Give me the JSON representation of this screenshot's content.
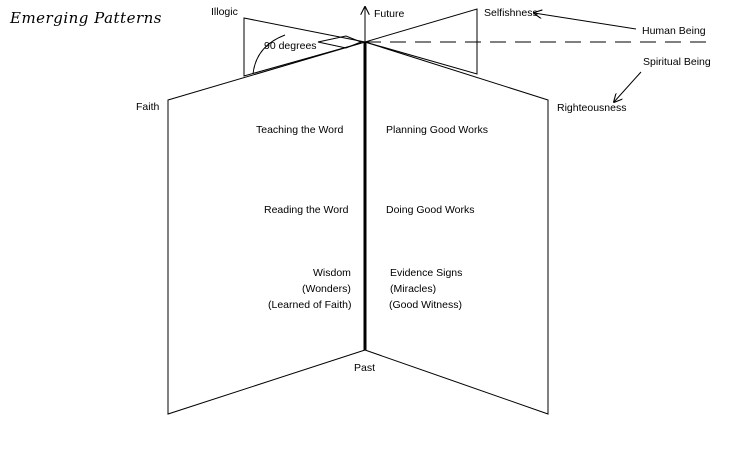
{
  "title": "Emerging Patterns",
  "axis": {
    "top": "Future",
    "bottom": "Past"
  },
  "upper_plane": {
    "left": "Illogic",
    "right": "Selfishness",
    "angle": "90 degrees"
  },
  "side_labels": {
    "left": "Faith",
    "right": "Righteousness",
    "human_being": "Human Being",
    "spiritual_being": "Spiritual Being"
  },
  "left_page": {
    "row1": "Teaching the Word",
    "row2": "Reading the Word",
    "row3": [
      "Wisdom",
      "(Wonders)",
      "(Learned of Faith)"
    ]
  },
  "right_page": {
    "row1": "Planning Good Works",
    "row2": "Doing Good Works",
    "row3": [
      "Evidence Signs",
      "(Miracles)",
      "(Good Witness)"
    ]
  }
}
